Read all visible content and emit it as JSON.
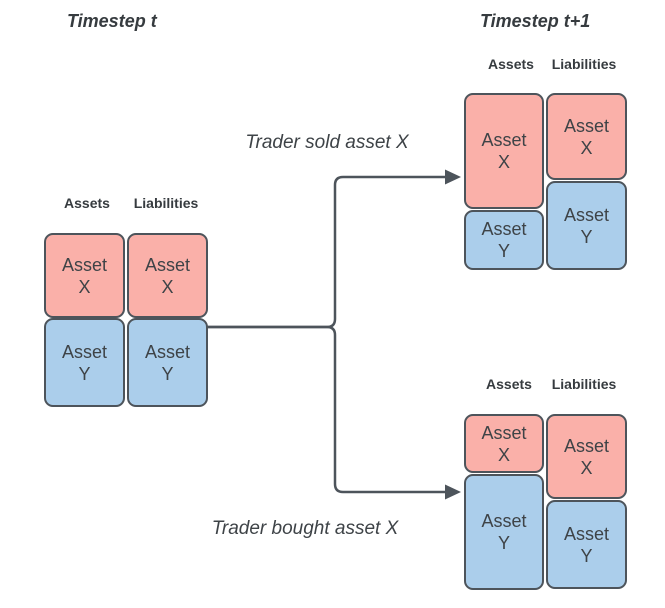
{
  "titles": {
    "timestep_t": "Timestep t",
    "timestep_t_plus_1": "Timestep t+1"
  },
  "arrow_labels": {
    "sold": "Trader sold asset X",
    "bought": "Trader bought asset X"
  },
  "column_headers": {
    "assets": "Assets",
    "liabilities": "Liabilities"
  },
  "colors": {
    "asset_x_fill": "#FAB0A9",
    "asset_y_fill": "#ABCEEB",
    "stroke": "#4D545B",
    "text_dark": "#363B3F",
    "text_body": "#3E4347",
    "bg": "#FFFFFF"
  },
  "sheets": {
    "t": {
      "assets": [
        {
          "name": "Asset",
          "symbol": "X"
        },
        {
          "name": "Asset",
          "symbol": "Y"
        }
      ],
      "liabilities": [
        {
          "name": "Asset",
          "symbol": "X"
        },
        {
          "name": "Asset",
          "symbol": "Y"
        }
      ]
    },
    "t1_sold": {
      "assets": [
        {
          "name": "Asset",
          "symbol": "X"
        },
        {
          "name": "Asset",
          "symbol": "Y"
        }
      ],
      "liabilities": [
        {
          "name": "Asset",
          "symbol": "X"
        },
        {
          "name": "Asset",
          "symbol": "Y"
        }
      ]
    },
    "t1_bought": {
      "assets": [
        {
          "name": "Asset",
          "symbol": "X"
        },
        {
          "name": "Asset",
          "symbol": "Y"
        }
      ],
      "liabilities": [
        {
          "name": "Asset",
          "symbol": "X"
        },
        {
          "name": "Asset",
          "symbol": "Y"
        }
      ]
    }
  }
}
